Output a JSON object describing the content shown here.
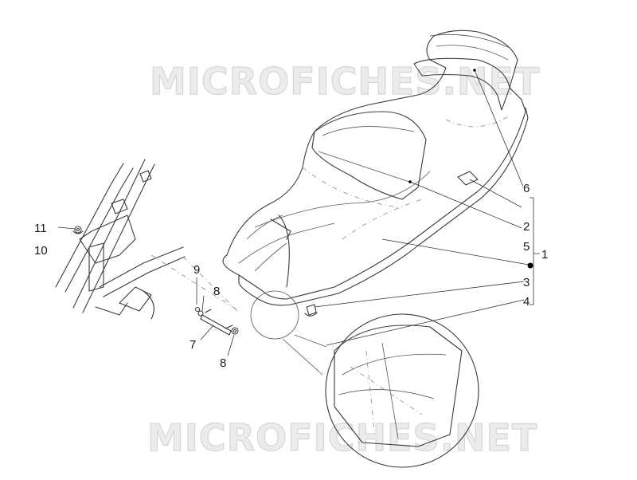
{
  "watermark": {
    "text": "MICROFICHES.NET"
  },
  "callouts": [
    {
      "id": "c1",
      "label": "1"
    },
    {
      "id": "c2",
      "label": "2"
    },
    {
      "id": "c3",
      "label": "3"
    },
    {
      "id": "c4",
      "label": "4"
    },
    {
      "id": "c5",
      "label": "5"
    },
    {
      "id": "c6",
      "label": "6"
    },
    {
      "id": "c7",
      "label": "7"
    },
    {
      "id": "c8a",
      "label": "8"
    },
    {
      "id": "c8b",
      "label": "8"
    },
    {
      "id": "c9",
      "label": "9"
    },
    {
      "id": "c10",
      "label": "10"
    },
    {
      "id": "c11",
      "label": "11"
    }
  ]
}
